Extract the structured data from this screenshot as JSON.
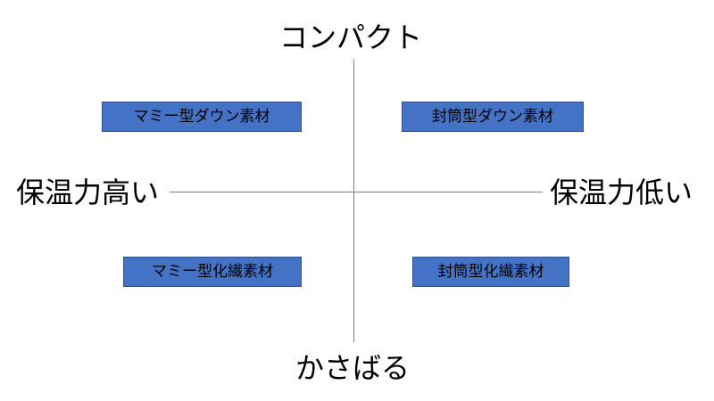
{
  "axes": {
    "top": "コンパクト",
    "bottom": "かさばる",
    "left": "保温力高い",
    "right": "保温力低い",
    "line_color": "#7f7f7f"
  },
  "quadrants": {
    "top_left": "マミー型ダウン素材",
    "top_right": "封筒型ダウン素材",
    "bottom_left": "マミー型化繊素材",
    "bottom_right": "封筒型化繊素材"
  },
  "colors": {
    "box_fill": "#4472c4",
    "box_border": "#2f528f"
  }
}
